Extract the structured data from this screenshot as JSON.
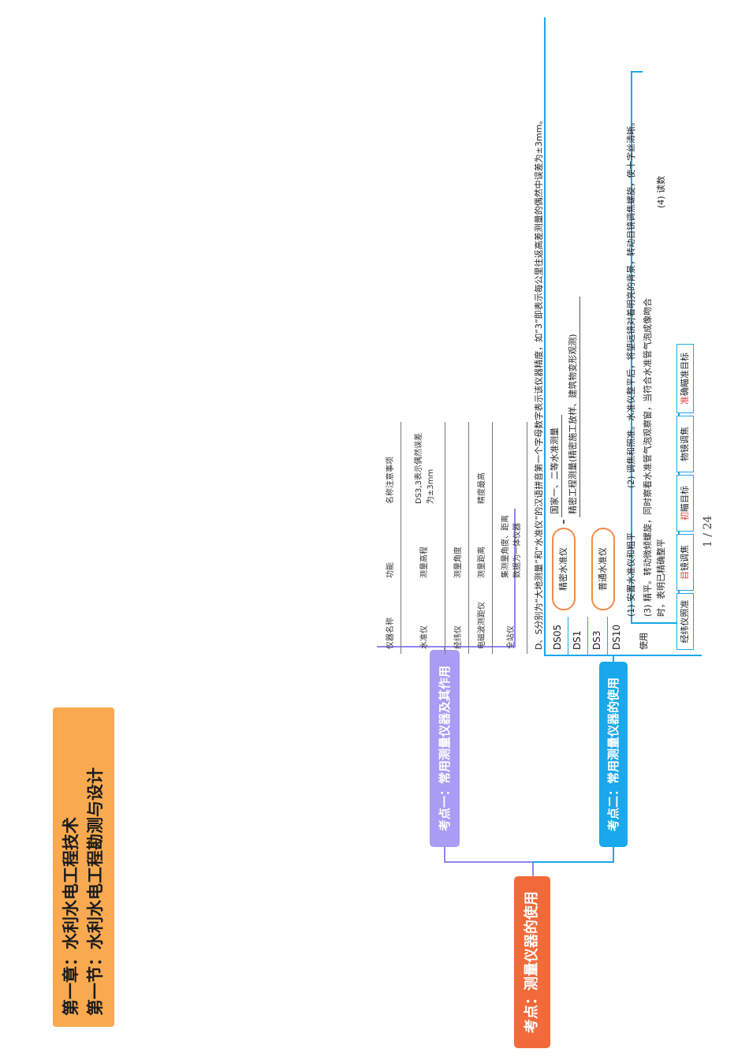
{
  "title": {
    "line1": "第一章：水利水电工程技术",
    "line2": "第一节：水利水电工程勘测与设计"
  },
  "root": {
    "label": "考点：测量仪器的使用"
  },
  "point1": {
    "label": "考点一：常用测量仪器及其作用",
    "table": {
      "headers": [
        "仪器名称",
        "功能",
        "名称注意事项"
      ],
      "rows": [
        [
          "水准仪",
          "测量高程",
          "DS3,3表示偶然误差为±3mm"
        ],
        [
          "经纬仪",
          "测量角度",
          ""
        ],
        [
          "电磁波测距仪",
          "测量距离",
          "精度最高"
        ],
        [
          "全站仪",
          "集测量角度、距离数据为一体仪器",
          ""
        ]
      ]
    }
  },
  "point2": {
    "label": "考点二：常用测量仪器的使用",
    "note": "D、S分别为“大地测量”和“水准仪”的汉语拼音第一个字母数字表示该仪器精度，如“3”即表示每公里往返高差测量的偶然中误差为±3mm。",
    "models": [
      "DS05",
      "DS1",
      "DS3",
      "DS10"
    ],
    "precise": {
      "label": "精密水准仪",
      "uses": [
        "国家一、二等水准测量",
        "精密工程测量(精密施工放样、建筑物变形观测)"
      ]
    },
    "ordinary": {
      "label": "普通水准仪"
    },
    "usage": {
      "label": "使用",
      "step1": "(1) 安置水准仪和粗平",
      "step2": "(2) 调焦和照准。水准仪整平后，将望远镜对着明亮的背景，转动目镜调焦螺旋，使十字丝清晰。",
      "step3a": "(3) 精平。转动微倾螺旋，同时察看水准管气泡观察窗，当符合水准管气泡成像吻合",
      "step3b": "时，表明已精确整平",
      "step4": "(4) 读数"
    },
    "tags": {
      "t1": "经纬仪照准",
      "t2_red": "目",
      "t2": "镜调焦",
      "t3_red": "初",
      "t3": "瞄目标",
      "t4": "物镜调焦",
      "t5_red": "准",
      "t5": "确瞄准目标"
    }
  },
  "page": "1 / 24"
}
